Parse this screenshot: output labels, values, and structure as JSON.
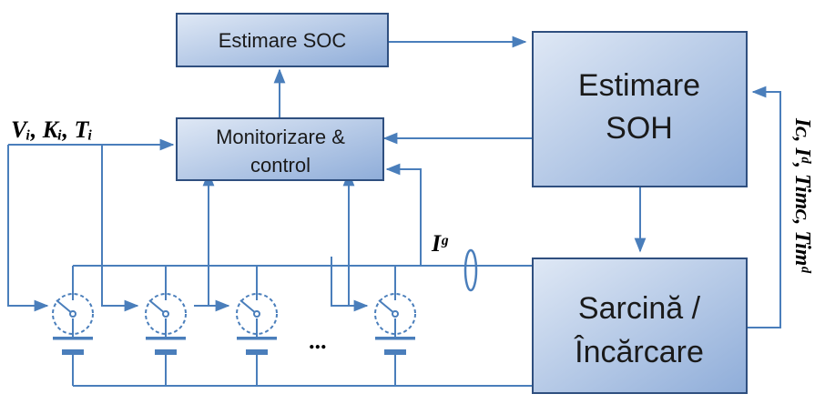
{
  "blocks": {
    "soc": "Estimare SOC",
    "monitor_line1": "Monitorizare &",
    "monitor_line2": "control",
    "soh_line1": "Estimare",
    "soh_line2": "SOH",
    "load_line1": "Sarcină /",
    "load_line2": "Încărcare"
  },
  "labels": {
    "cell_signals": "Vᵢ, Kᵢ, Tᵢ",
    "current_sensor": "Iᵍ",
    "feedback": "Iᴄ, Iᵈ, Timᴄ, Timᵈ",
    "ellipsis": "..."
  },
  "colors": {
    "line": "#4a7ebb",
    "box_border": "#2f4f7f",
    "box_fill_light": "#d4e0f2",
    "box_fill_dark": "#8fadd9"
  }
}
